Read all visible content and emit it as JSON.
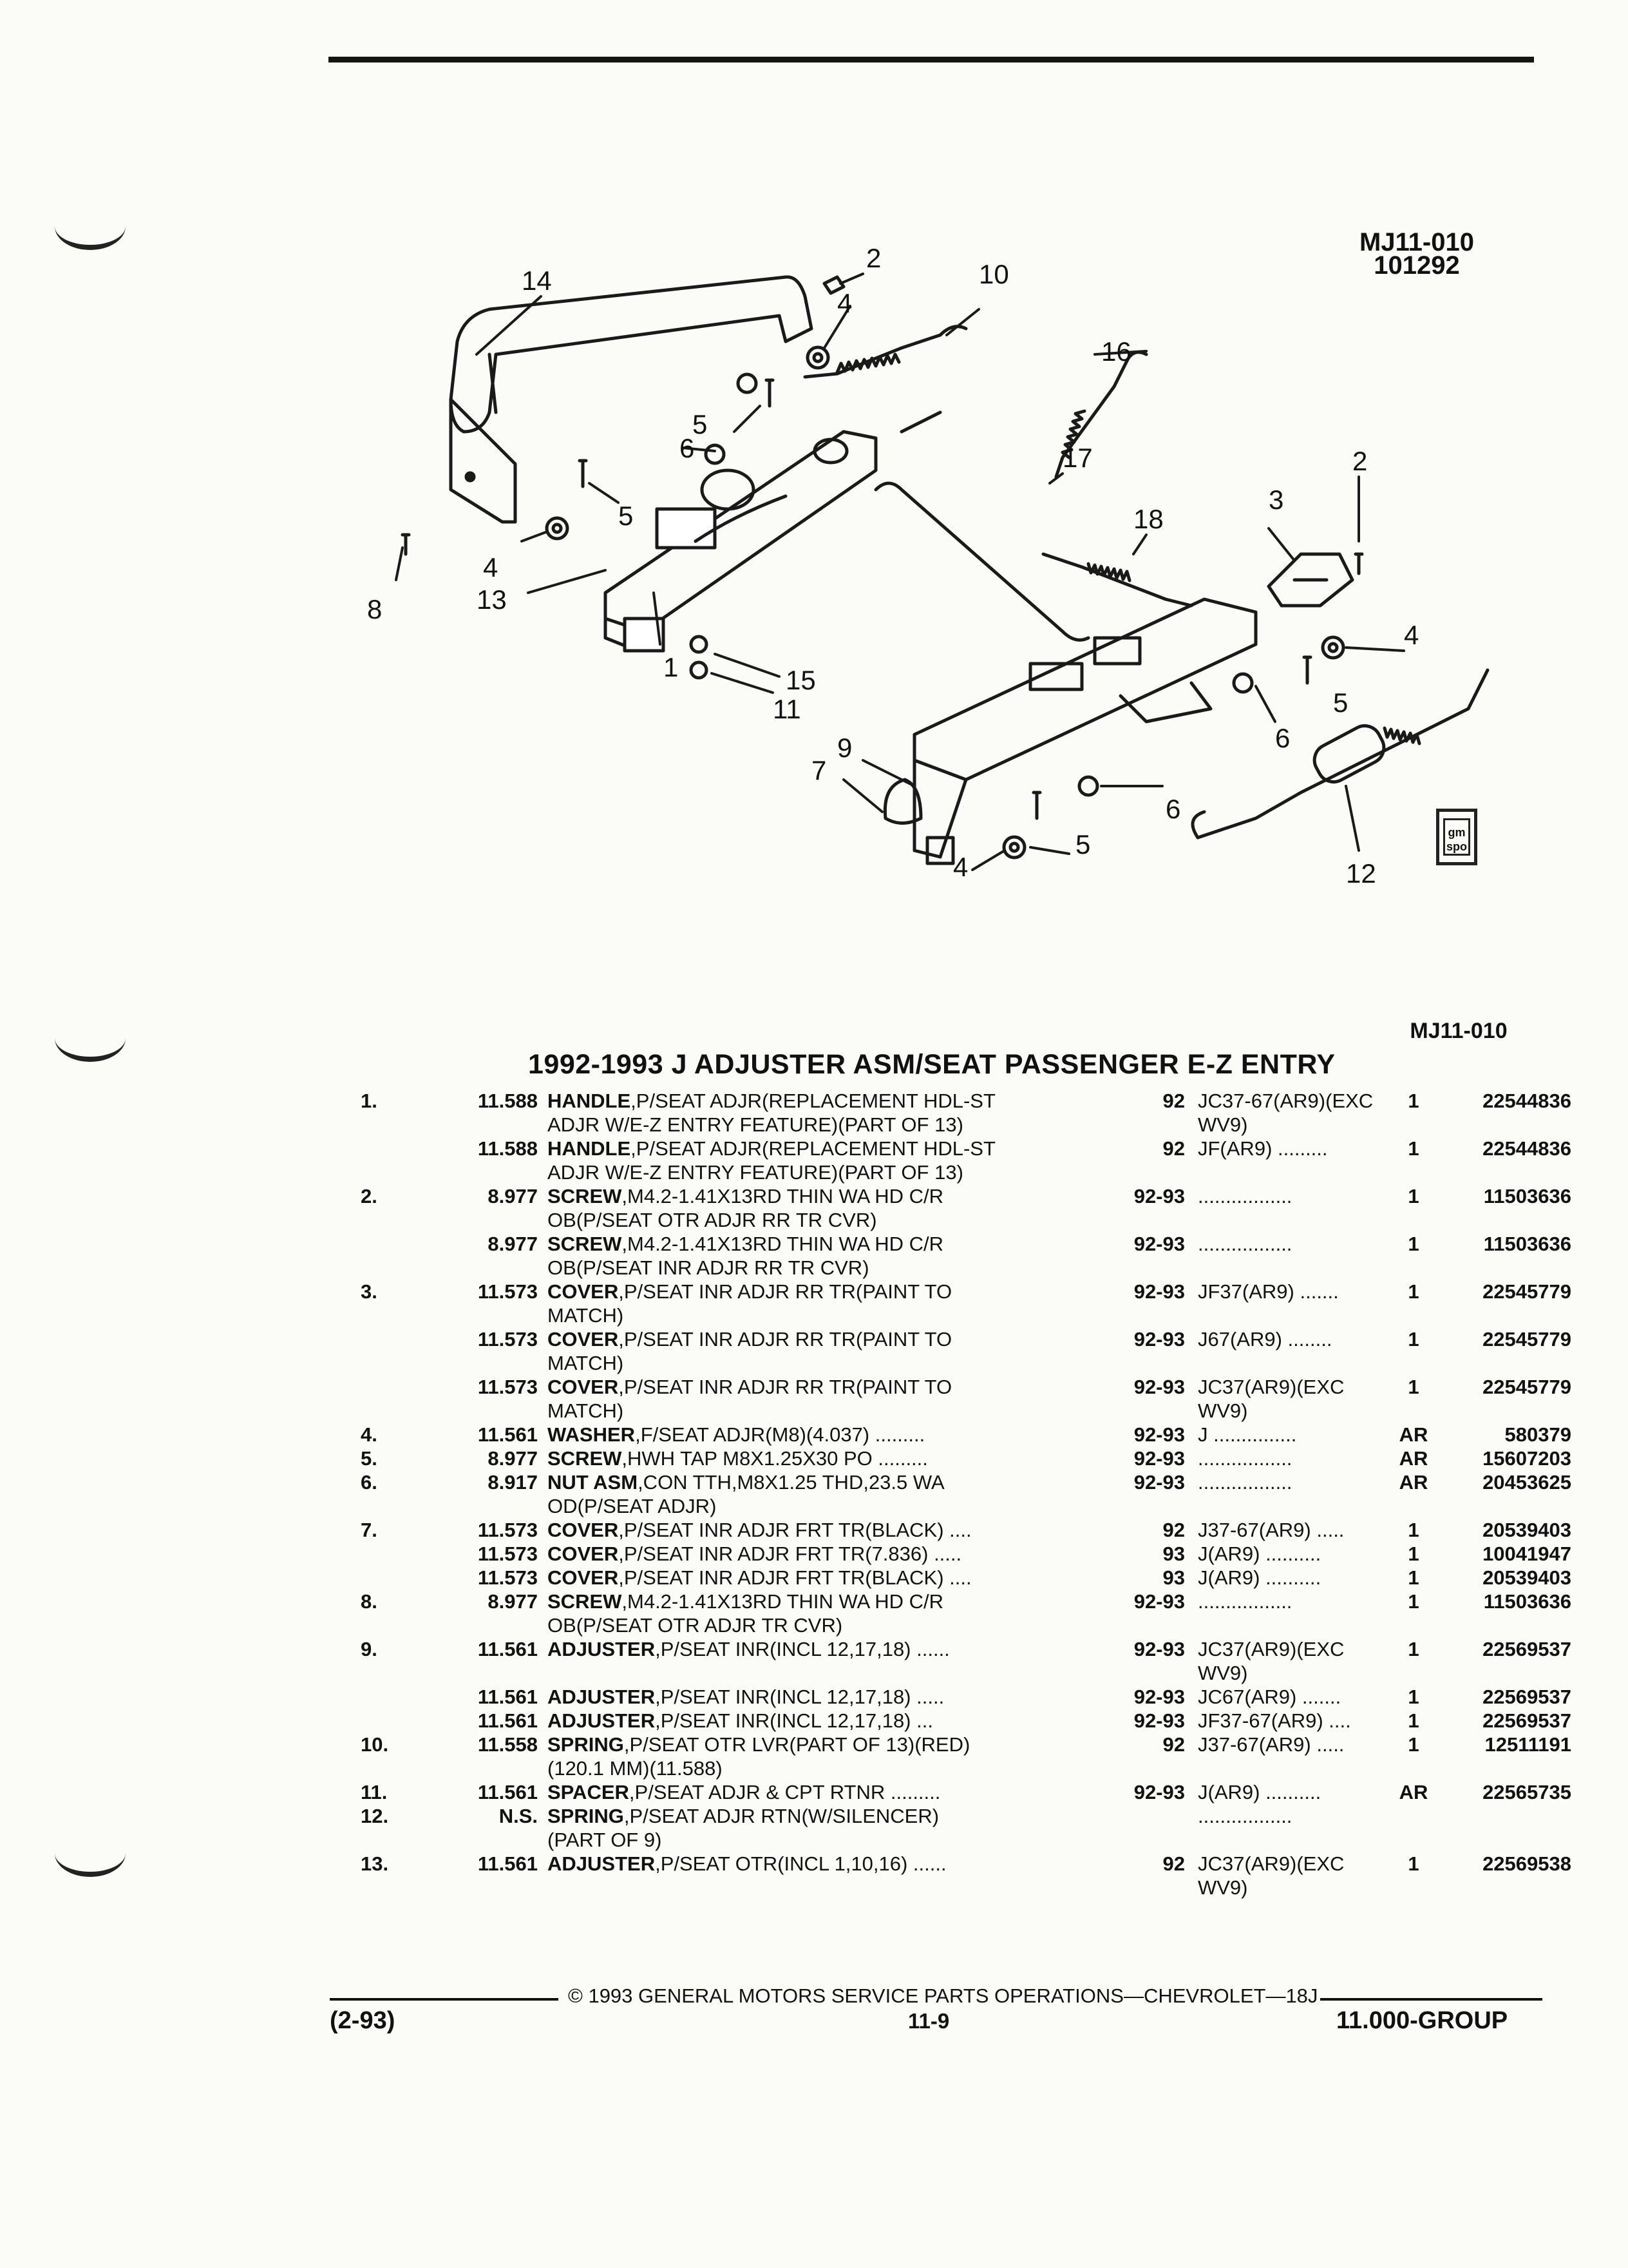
{
  "header": {
    "figure_code": "MJ11-010",
    "figure_date": "101292"
  },
  "diagram": {
    "callouts": [
      "14",
      "2",
      "10",
      "4",
      "16",
      "6",
      "5",
      "5",
      "17",
      "3",
      "2",
      "18",
      "8",
      "4",
      "13",
      "1",
      "15",
      "11",
      "4",
      "5",
      "9",
      "6",
      "7",
      "6",
      "5",
      "4",
      "12"
    ],
    "logo_text": "gm spo"
  },
  "section": {
    "ref_code": "MJ11-010",
    "title": "1992-1993 J ADJUSTER ASM/SEAT PASSENGER E-Z ENTRY"
  },
  "rows": [
    {
      "num": "1.",
      "grp": "11.588",
      "name": "HANDLE",
      "desc": ",P/SEAT ADJR(REPLACEMENT HDL-ST",
      "year": "92",
      "model": "JC37-67(AR9)(EXC",
      "qty": "1",
      "part": "22544836"
    },
    {
      "num": "",
      "grp": "",
      "name": "",
      "desc": "ADJR W/E-Z ENTRY FEATURE)(PART OF 13)",
      "year": "",
      "model": "WV9)",
      "qty": "",
      "part": ""
    },
    {
      "num": "",
      "grp": "11.588",
      "name": "HANDLE",
      "desc": ",P/SEAT ADJR(REPLACEMENT HDL-ST",
      "year": "92",
      "model": "JF(AR9) .........",
      "qty": "1",
      "part": "22544836"
    },
    {
      "num": "",
      "grp": "",
      "name": "",
      "desc": "ADJR W/E-Z ENTRY FEATURE)(PART OF 13)",
      "year": "",
      "model": "",
      "qty": "",
      "part": ""
    },
    {
      "num": "2.",
      "grp": "8.977",
      "name": "SCREW",
      "desc": ",M4.2-1.41X13RD THIN WA HD C/R",
      "year": "92-93",
      "model": ".................",
      "qty": "1",
      "part": "11503636"
    },
    {
      "num": "",
      "grp": "",
      "name": "",
      "desc": "OB(P/SEAT OTR ADJR RR TR CVR)",
      "year": "",
      "model": "",
      "qty": "",
      "part": ""
    },
    {
      "num": "",
      "grp": "8.977",
      "name": "SCREW",
      "desc": ",M4.2-1.41X13RD THIN WA HD C/R",
      "year": "92-93",
      "model": ".................",
      "qty": "1",
      "part": "11503636"
    },
    {
      "num": "",
      "grp": "",
      "name": "",
      "desc": "OB(P/SEAT INR ADJR RR TR CVR)",
      "year": "",
      "model": "",
      "qty": "",
      "part": ""
    },
    {
      "num": "3.",
      "grp": "11.573",
      "name": "COVER",
      "desc": ",P/SEAT INR ADJR RR TR(PAINT TO",
      "year": "92-93",
      "model": "JF37(AR9) .......",
      "qty": "1",
      "part": "22545779"
    },
    {
      "num": "",
      "grp": "",
      "name": "",
      "desc": "MATCH)",
      "year": "",
      "model": "",
      "qty": "",
      "part": ""
    },
    {
      "num": "",
      "grp": "11.573",
      "name": "COVER",
      "desc": ",P/SEAT INR ADJR RR TR(PAINT TO",
      "year": "92-93",
      "model": "J67(AR9) ........",
      "qty": "1",
      "part": "22545779"
    },
    {
      "num": "",
      "grp": "",
      "name": "",
      "desc": "MATCH)",
      "year": "",
      "model": "",
      "qty": "",
      "part": ""
    },
    {
      "num": "",
      "grp": "11.573",
      "name": "COVER",
      "desc": ",P/SEAT INR ADJR RR TR(PAINT TO",
      "year": "92-93",
      "model": "JC37(AR9)(EXC",
      "qty": "1",
      "part": "22545779"
    },
    {
      "num": "",
      "grp": "",
      "name": "",
      "desc": "MATCH)",
      "year": "",
      "model": "WV9)",
      "qty": "",
      "part": ""
    },
    {
      "num": "4.",
      "grp": "11.561",
      "name": "WASHER",
      "desc": ",F/SEAT ADJR(M8)(4.037) .........",
      "year": "92-93",
      "model": "J ...............",
      "qty": "AR",
      "part": "580379"
    },
    {
      "num": "5.",
      "grp": "8.977",
      "name": "SCREW",
      "desc": ",HWH TAP M8X1.25X30 PO .........",
      "year": "92-93",
      "model": ".................",
      "qty": "AR",
      "part": "15607203"
    },
    {
      "num": "6.",
      "grp": "8.917",
      "name": "NUT ASM",
      "desc": ",CON TTH,M8X1.25 THD,23.5 WA",
      "year": "92-93",
      "model": ".................",
      "qty": "AR",
      "part": "20453625"
    },
    {
      "num": "",
      "grp": "",
      "name": "",
      "desc": "OD(P/SEAT ADJR)",
      "year": "",
      "model": "",
      "qty": "",
      "part": ""
    },
    {
      "num": "7.",
      "grp": "11.573",
      "name": "COVER",
      "desc": ",P/SEAT INR ADJR FRT TR(BLACK) ....",
      "year": "92",
      "model": "J37-67(AR9) .....",
      "qty": "1",
      "part": "20539403"
    },
    {
      "num": "",
      "grp": "11.573",
      "name": "COVER",
      "desc": ",P/SEAT INR ADJR FRT TR(7.836) .....",
      "year": "93",
      "model": "J(AR9) ..........",
      "qty": "1",
      "part": "10041947"
    },
    {
      "num": "",
      "grp": "11.573",
      "name": "COVER",
      "desc": ",P/SEAT INR ADJR FRT TR(BLACK) ....",
      "year": "93",
      "model": "J(AR9) ..........",
      "qty": "1",
      "part": "20539403"
    },
    {
      "num": "8.",
      "grp": "8.977",
      "name": "SCREW",
      "desc": ",M4.2-1.41X13RD THIN WA HD C/R",
      "year": "92-93",
      "model": ".................",
      "qty": "1",
      "part": "11503636"
    },
    {
      "num": "",
      "grp": "",
      "name": "",
      "desc": "OB(P/SEAT OTR ADJR TR CVR)",
      "year": "",
      "model": "",
      "qty": "",
      "part": ""
    },
    {
      "num": "9.",
      "grp": "11.561",
      "name": "ADJUSTER",
      "desc": ",P/SEAT INR(INCL 12,17,18) ......",
      "year": "92-93",
      "model": "JC37(AR9)(EXC",
      "qty": "1",
      "part": "22569537"
    },
    {
      "num": "",
      "grp": "",
      "name": "",
      "desc": "",
      "year": "",
      "model": "WV9)",
      "qty": "",
      "part": ""
    },
    {
      "num": "",
      "grp": "11.561",
      "name": "ADJUSTER",
      "desc": ",P/SEAT INR(INCL 12,17,18) .....",
      "year": "92-93",
      "model": "JC67(AR9) .......",
      "qty": "1",
      "part": "22569537"
    },
    {
      "num": "",
      "grp": "11.561",
      "name": "ADJUSTER",
      "desc": ",P/SEAT INR(INCL 12,17,18) ...",
      "year": "92-93",
      "model": "JF37-67(AR9) ....",
      "qty": "1",
      "part": "22569537"
    },
    {
      "num": "10.",
      "grp": "11.558",
      "name": "SPRING",
      "desc": ",P/SEAT OTR LVR(PART OF 13)(RED)",
      "year": "92",
      "model": "J37-67(AR9) .....",
      "qty": "1",
      "part": "12511191"
    },
    {
      "num": "",
      "grp": "",
      "name": "",
      "desc": "(120.1 MM)(11.588)",
      "year": "",
      "model": "",
      "qty": "",
      "part": ""
    },
    {
      "num": "11.",
      "grp": "11.561",
      "name": "SPACER",
      "desc": ",P/SEAT ADJR & CPT RTNR .........",
      "year": "92-93",
      "model": "J(AR9) ..........",
      "qty": "AR",
      "part": "22565735"
    },
    {
      "num": "12.",
      "grp": "N.S.",
      "name": "SPRING",
      "desc": ",P/SEAT ADJR RTN(W/SILENCER)",
      "year": "",
      "model": ".................",
      "qty": "",
      "part": ""
    },
    {
      "num": "",
      "grp": "",
      "name": "",
      "desc": "(PART OF 9)",
      "year": "",
      "model": "",
      "qty": "",
      "part": ""
    },
    {
      "num": "13.",
      "grp": "11.561",
      "name": "ADJUSTER",
      "desc": ",P/SEAT OTR(INCL 1,10,16) ......",
      "year": "92",
      "model": "JC37(AR9)(EXC",
      "qty": "1",
      "part": "22569538"
    },
    {
      "num": "",
      "grp": "",
      "name": "",
      "desc": "",
      "year": "",
      "model": "WV9)",
      "qty": "",
      "part": ""
    }
  ],
  "footer": {
    "copyright": "© 1993 GENERAL MOTORS SERVICE PARTS OPERATIONS—CHEVROLET—18J",
    "date": "(2-93)",
    "page": "11-9",
    "group": "11.000-GROUP"
  }
}
